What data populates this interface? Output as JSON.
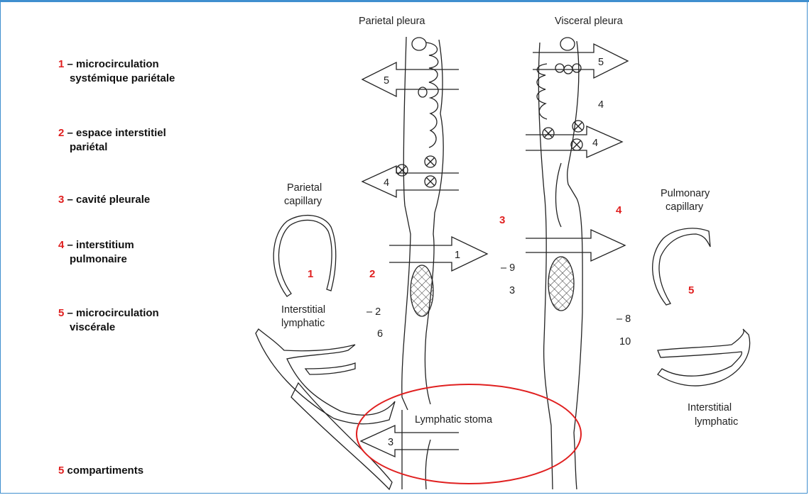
{
  "legend": [
    {
      "num": "1",
      "line1": " – microcirculation",
      "line2": "systémique pariétale"
    },
    {
      "num": "2",
      "line1": " – espace interstitiel",
      "line2": "pariétal"
    },
    {
      "num": "3",
      "line1": " – cavité pleurale",
      "line2": ""
    },
    {
      "num": "4",
      "line1": " – interstitium",
      "line2": "pulmonaire"
    },
    {
      "num": "5",
      "line1": " – microcirculation",
      "line2": "viscérale"
    }
  ],
  "footer": {
    "num": "5",
    "text": " compartiments"
  },
  "labels": {
    "parietal_pleura": "Parietal pleura",
    "visceral_pleura": "Visceral pleura",
    "parietal_capillary_1": "Parietal",
    "parietal_capillary_2": "capillary",
    "pulmonary_capillary_1": "Pulmonary",
    "pulmonary_capillary_2": "capillary",
    "interstitial_lymphatic_left_1": "Interstitial",
    "interstitial_lymphatic_left_2": "lymphatic",
    "interstitial_lymphatic_right_1": "Interstitial",
    "interstitial_lymphatic_right_2": "lymphatic",
    "lymphatic_stoma": "Lymphatic stoma"
  },
  "compartment_numbers": {
    "c1": "1",
    "c2": "2",
    "c3": "3",
    "c4": "4",
    "c5": "5"
  },
  "pressures": {
    "left_a": "– 2",
    "left_b": "6",
    "mid_a": "– 9",
    "mid_b": "3",
    "right_a": "– 8",
    "right_b": "10",
    "right_4": "4"
  },
  "arrows": {
    "a5_left": "5",
    "a4_left": "4",
    "a1": "1",
    "a3": "3",
    "a5_right": "5",
    "a4_right": "4"
  },
  "colors": {
    "accent": "#e02020",
    "frame": "#3f8fcf",
    "ink": "#222222"
  }
}
